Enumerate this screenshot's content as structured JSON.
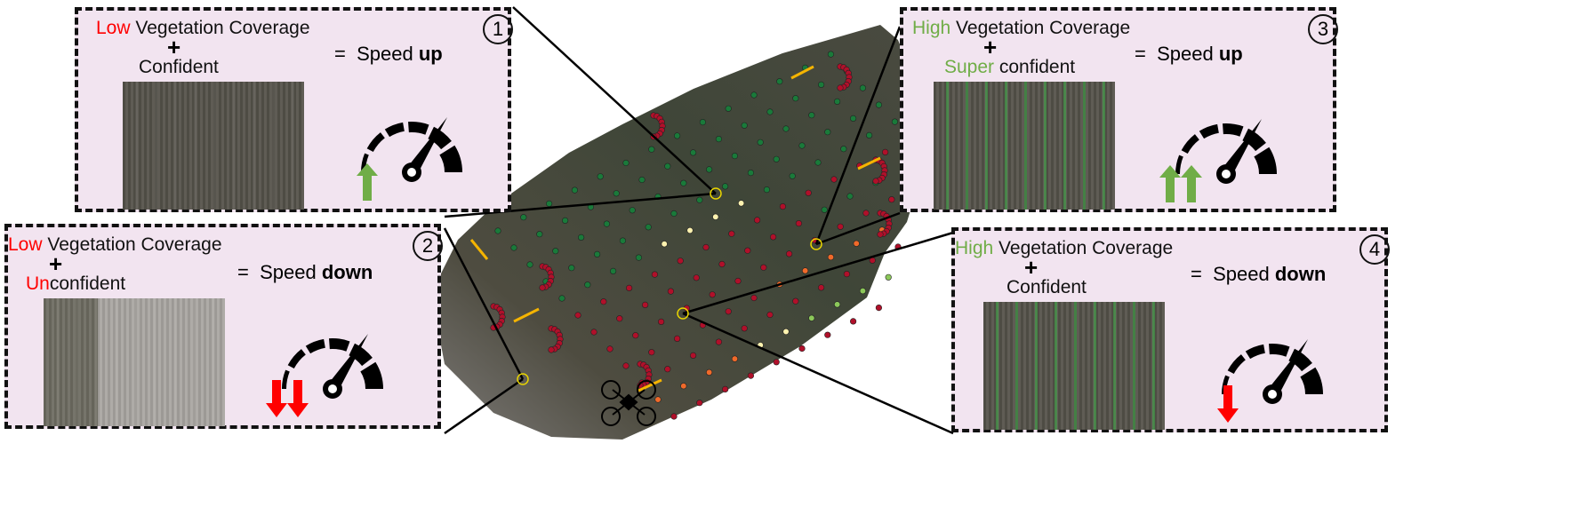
{
  "colors": {
    "low": "#ff0000",
    "high": "#70ad47",
    "panel_bg": "#f2e4f0",
    "speed_up_arrow": "#70ad47",
    "speed_down_arrow": "#ff0000",
    "dot_green": "#1a7a3a",
    "dot_red": "#b0102a",
    "dot_orange": "#f06a2a",
    "dot_yellow": "#fff3b0",
    "dot_lightgreen": "#8cc85a",
    "path_arrow": "#f5b400"
  },
  "panels": [
    {
      "number": "1",
      "level": "Low",
      "title_rest": " Vegetation Coverage",
      "plus": "+",
      "conf_prefix": "",
      "conf_rest": "Confident",
      "equals": "=",
      "speed": "Speed ",
      "speed_bold": "up",
      "arrows": 1,
      "arrow_dir": "up"
    },
    {
      "number": "2",
      "level": "Low",
      "title_rest": " Vegetation Coverage",
      "plus": "+",
      "conf_prefix": "Un",
      "conf_rest": "confident",
      "equals": "=",
      "speed": "Speed ",
      "speed_bold": "down",
      "arrows": 2,
      "arrow_dir": "down"
    },
    {
      "number": "3",
      "level": "High",
      "title_rest": " Vegetation Coverage",
      "plus": "+",
      "conf_prefix": "Super",
      "conf_rest": " confident",
      "equals": "=",
      "speed": "Speed ",
      "speed_bold": "up",
      "arrows": 2,
      "arrow_dir": "up"
    },
    {
      "number": "4",
      "level": "High",
      "title_rest": " Vegetation Coverage",
      "plus": "+",
      "conf_prefix": "",
      "conf_rest": "Confident",
      "equals": "=",
      "speed": "Speed ",
      "speed_bold": "down",
      "arrows": 1,
      "arrow_dir": "down"
    }
  ]
}
